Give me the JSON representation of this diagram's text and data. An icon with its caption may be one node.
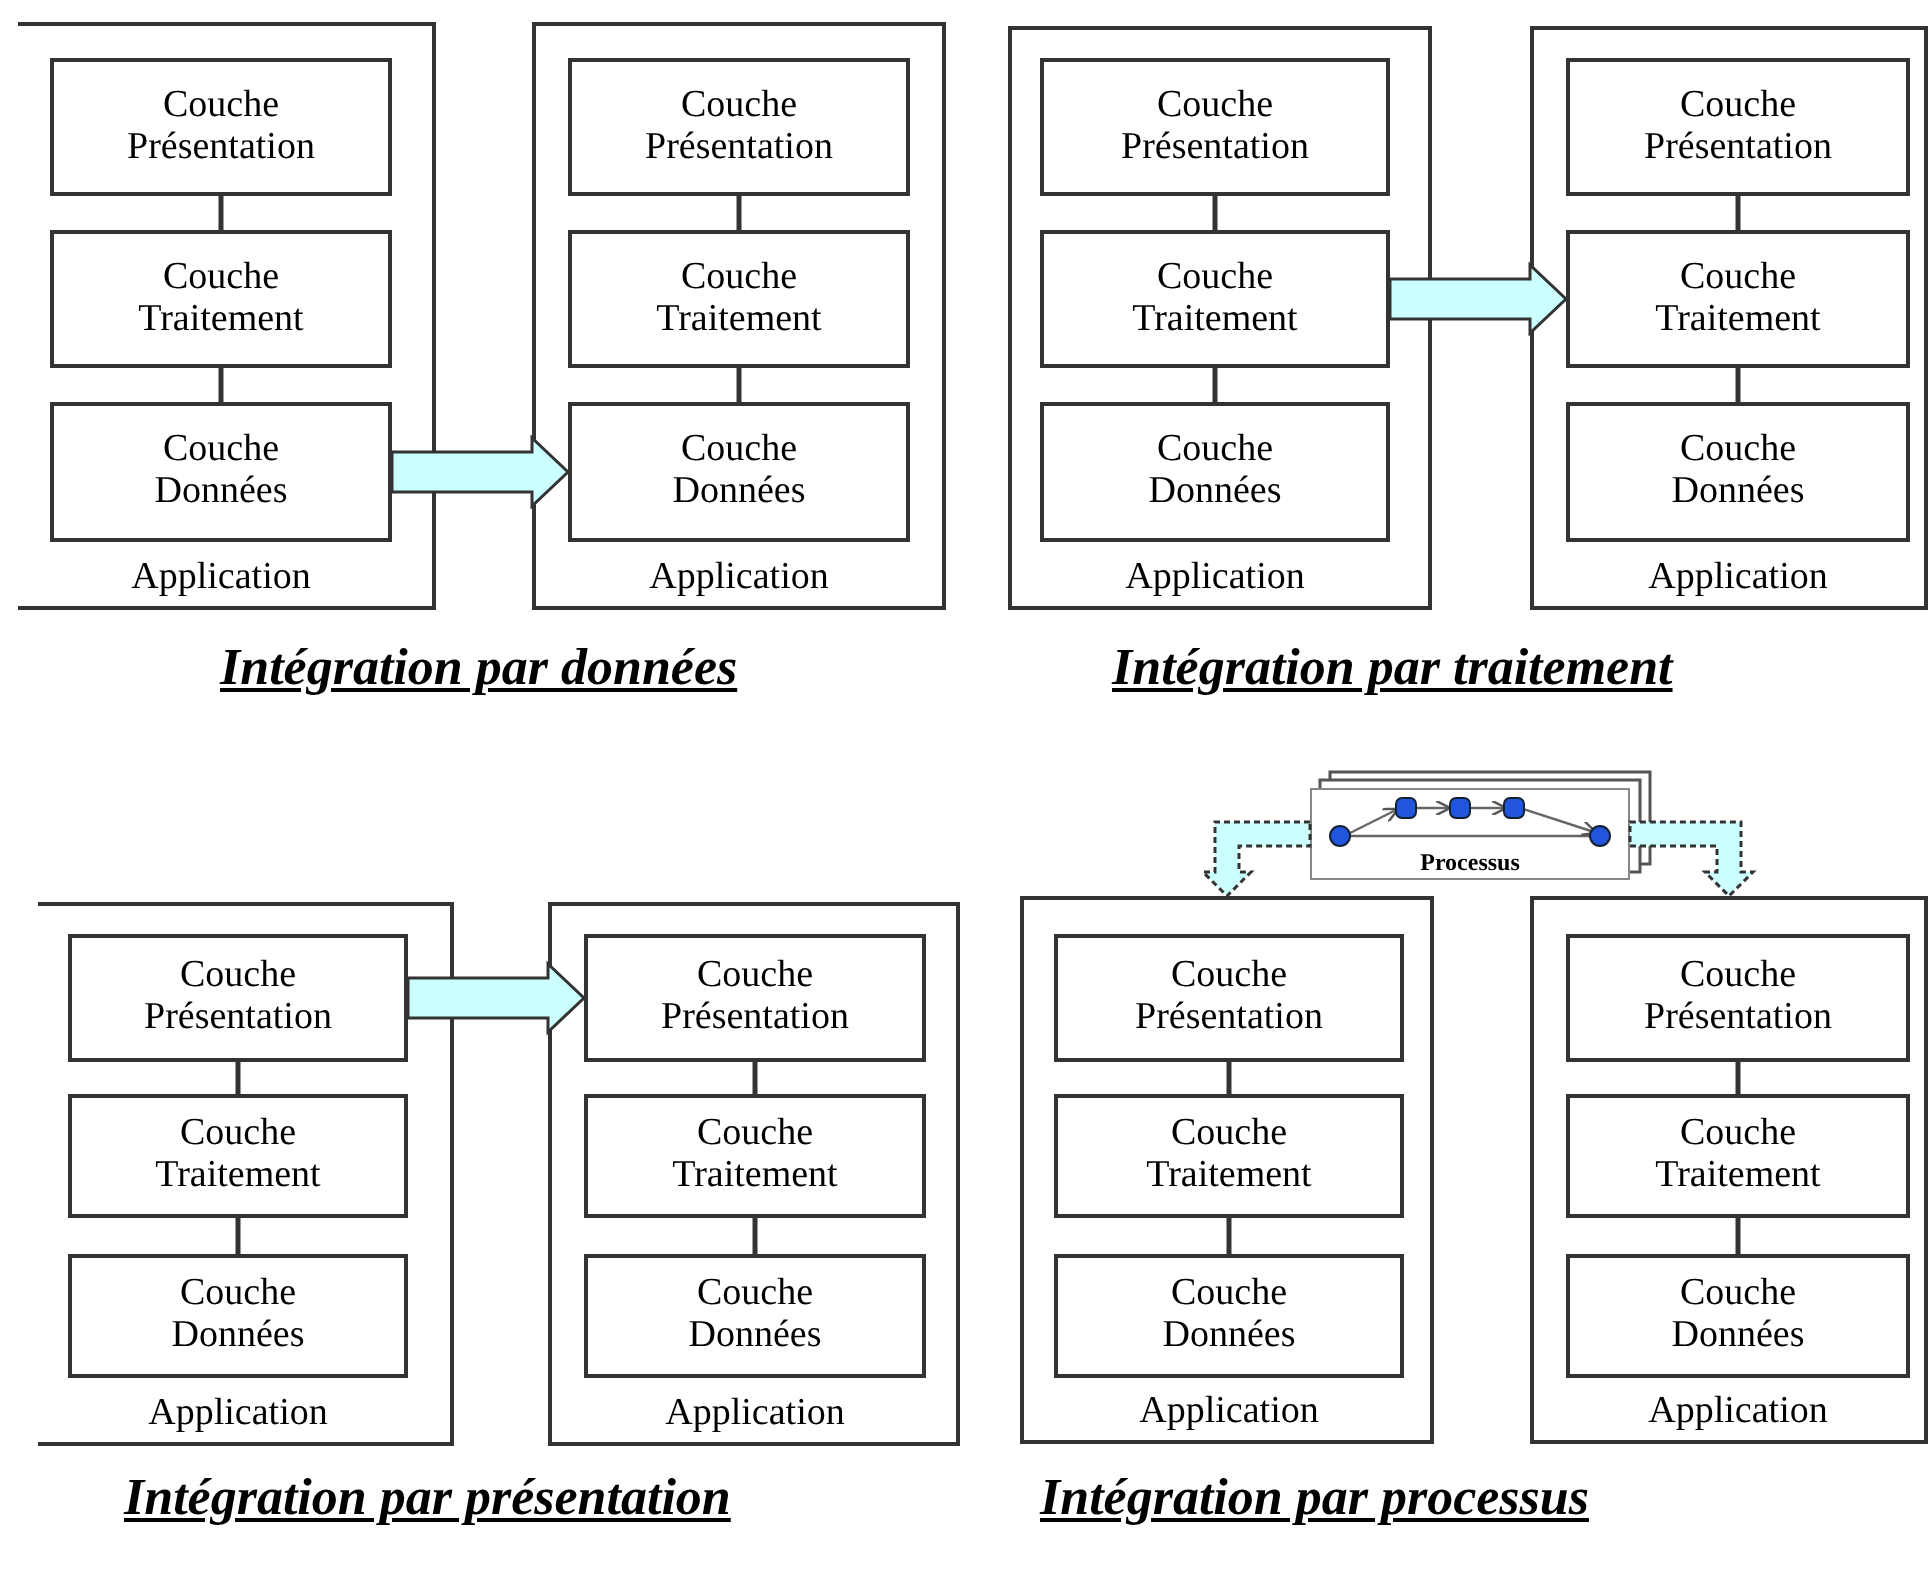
{
  "diagram": {
    "nodes": [
      {
        "text": [
          "Application"
        ]
      },
      {
        "text": [
          "Couche Présentation"
        ],
        "in": 0
      },
      {
        "text": [
          "Couche Traitement"
        ],
        "in": 0
      },
      {
        "text": [
          "Couche Données"
        ],
        "in": 0
      },
      {
        "text": [
          "Application"
        ]
      },
      {
        "text": [
          "Couche Présentation"
        ],
        "in": 4
      },
      {
        "text": [
          "Couche Traitement"
        ],
        "in": 4
      },
      {
        "text": [
          "Couche Données"
        ],
        "in": 4
      },
      {
        "text": [
          "Application"
        ]
      },
      {
        "text": [
          "Couche Présentation"
        ],
        "in": 8
      },
      {
        "text": [
          "Couche Traitement"
        ],
        "in": 8
      },
      {
        "text": [
          "Couche Données"
        ],
        "in": 8
      },
      {
        "text": [
          "Application"
        ]
      },
      {
        "text": [
          "Couche Présentation"
        ],
        "in": 12
      },
      {
        "text": [
          "Couche Traitement"
        ],
        "in": 12
      },
      {
        "text": [
          "Couche Données"
        ],
        "in": 12
      },
      {
        "text": [
          "Application"
        ]
      },
      {
        "text": [
          "Couche Présentation"
        ],
        "in": 16
      },
      {
        "text": [
          "Couche Traitement"
        ],
        "in": 16
      },
      {
        "text": [
          "Couche Données"
        ],
        "in": 16
      },
      {
        "text": [
          "Application"
        ]
      },
      {
        "text": [
          "Couche Présentation"
        ],
        "in": 20
      },
      {
        "text": [
          "Couche Traitement"
        ],
        "in": 20
      },
      {
        "text": [
          "Couche Données"
        ],
        "in": 20
      },
      {
        "text": [
          "Application"
        ]
      },
      {
        "text": [
          "Couche Présentation"
        ],
        "in": 24
      },
      {
        "text": [
          "Couche Traitement"
        ],
        "in": 24
      },
      {
        "text": [
          "Couche Données"
        ],
        "in": 24
      },
      {
        "text": [
          "Application"
        ]
      },
      {
        "text": [
          "Couche Présentation"
        ],
        "in": 28
      },
      {
        "text": [
          "Couche Traitement"
        ],
        "in": 28
      },
      {
        "text": [
          "Couche Données"
        ],
        "in": 28
      },
      {
        "text": [
          "Processus"
        ]
      }
    ],
    "edges": [
      {
        "from": 1,
        "to": 2,
        "arrow": "none"
      },
      {
        "from": 2,
        "to": 3,
        "arrow": "none"
      },
      {
        "from": 5,
        "to": 6,
        "arrow": "none"
      },
      {
        "from": 6,
        "to": 7,
        "arrow": "none"
      },
      {
        "from": 9,
        "to": 10,
        "arrow": "none"
      },
      {
        "from": 10,
        "to": 11,
        "arrow": "none"
      },
      {
        "from": 13,
        "to": 14,
        "arrow": "none"
      },
      {
        "from": 14,
        "to": 15,
        "arrow": "none"
      },
      {
        "from": 17,
        "to": 18,
        "arrow": "none"
      },
      {
        "from": 18,
        "to": 19,
        "arrow": "none"
      },
      {
        "from": 21,
        "to": 22,
        "arrow": "none"
      },
      {
        "from": 22,
        "to": 23,
        "arrow": "none"
      },
      {
        "from": 25,
        "to": 26,
        "arrow": "none"
      },
      {
        "from": 26,
        "to": 27,
        "arrow": "none"
      },
      {
        "from": 29,
        "to": 30,
        "arrow": "none"
      },
      {
        "from": 30,
        "to": 31,
        "arrow": "none"
      },
      {
        "from": 3,
        "to": 7,
        "arrow": "to",
        "style": "thick",
        "color": "#ccffff"
      },
      {
        "from": 10,
        "to": 14,
        "arrow": "to",
        "style": "thick",
        "color": "#ccffff"
      },
      {
        "from": 17,
        "to": 21,
        "arrow": "to",
        "style": "thick",
        "color": "#ccffff"
      },
      {
        "from": 32,
        "to": 24,
        "arrow": "to",
        "style": "dashed",
        "color": "#ccffff"
      },
      {
        "from": 32,
        "to": 28,
        "arrow": "to",
        "style": "dashed",
        "color": "#ccffff"
      }
    ],
    "labels": [
      "Intégration par données",
      "Intégration par traitement",
      "Intégration par présentation",
      "Intégration par processus"
    ]
  }
}
